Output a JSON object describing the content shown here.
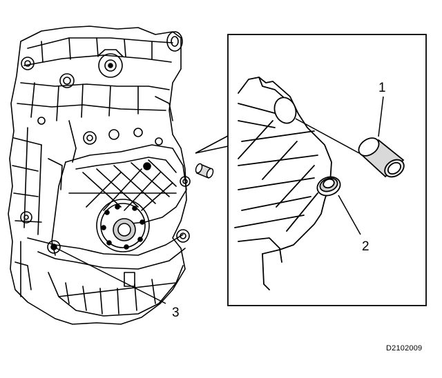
{
  "diagram": {
    "callouts": [
      {
        "id": "1",
        "label": "1"
      },
      {
        "id": "2",
        "label": "2"
      },
      {
        "id": "3",
        "label": "3"
      }
    ],
    "figure_code": "D2102009"
  },
  "colors": {
    "ink": "#000000",
    "paper": "#ffffff",
    "shade": "#cfcfcf"
  }
}
